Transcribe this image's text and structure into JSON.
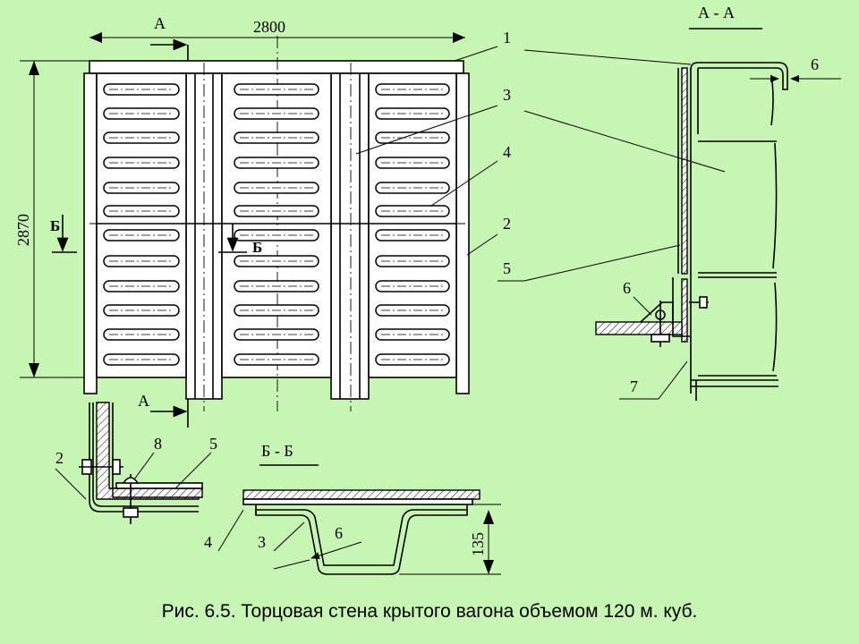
{
  "labels": {
    "dim_width": "2800",
    "dim_height": "2870",
    "dim_135": "135",
    "section_aa": "А - А",
    "section_bb": "Б - Б",
    "cut_a_top": "А",
    "cut_a_bottom": "А",
    "cut_b_left": "Б",
    "cut_b_right": "Б",
    "n1": "1",
    "n3": "3",
    "n4": "4",
    "n2": "2",
    "n5": "5",
    "n6_aa_top": "6",
    "n6_aa_bottom": "6",
    "n7": "7",
    "n2_detail": "2",
    "n8_detail": "8",
    "n5_detail": "5",
    "n4_bb": "4",
    "n3_bb": "3",
    "n6_bb": "6"
  },
  "caption": "Рис. 6.5. Торцовая стена крытого вагона объемом 120 м. куб.",
  "colors": {
    "background": "#c6f5b4",
    "line": "#000000",
    "fill": "#ffffff"
  }
}
